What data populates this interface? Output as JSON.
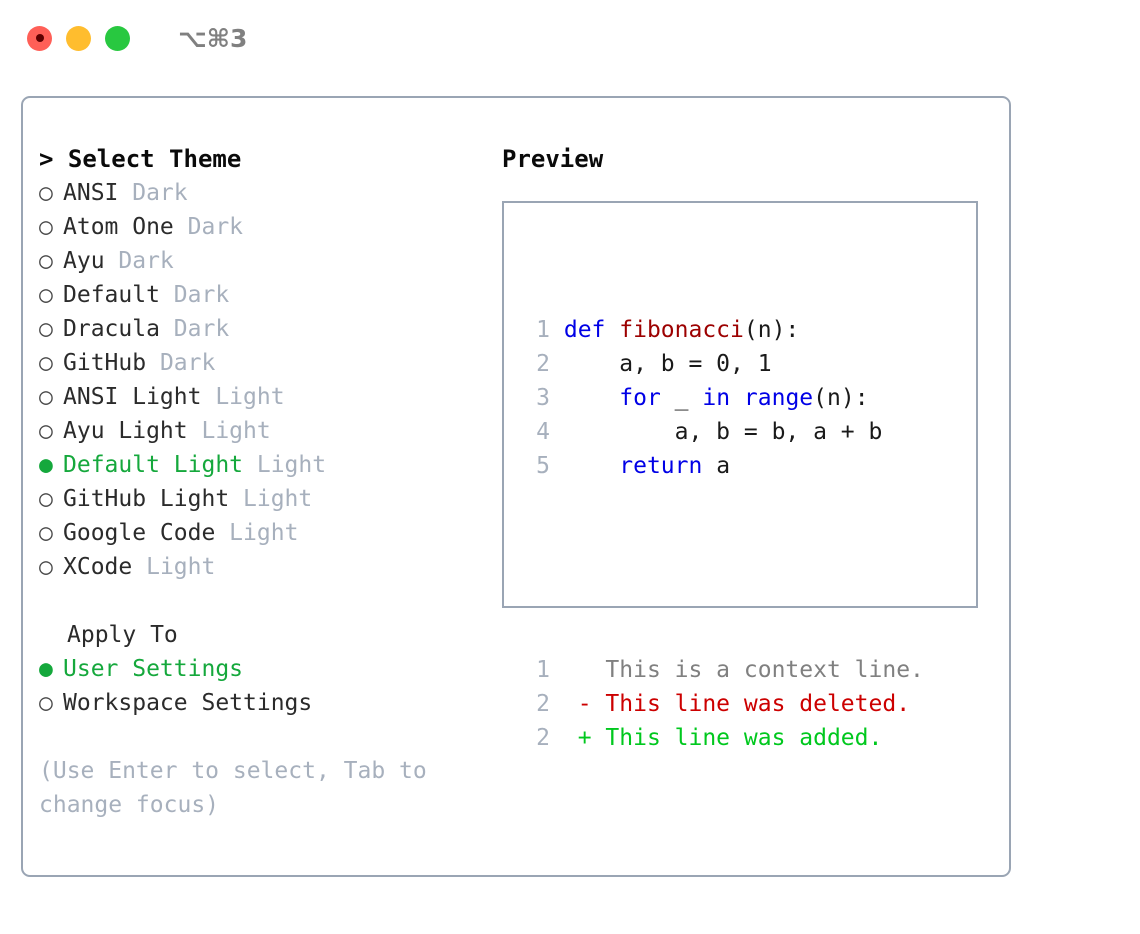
{
  "window": {
    "title": "⌥⌘3",
    "controls": [
      {
        "name": "close",
        "color": "#ff5f57"
      },
      {
        "name": "minimize",
        "color": "#ffbd2e"
      },
      {
        "name": "maximize",
        "color": "#28c840"
      }
    ]
  },
  "theme_picker": {
    "header": "> Select Theme",
    "marker_selected": "●",
    "marker_unselected": "○",
    "selected_color": "#15a83c",
    "badge_color": "#a7b0bd",
    "items": [
      {
        "marker": "○",
        "name": "ANSI",
        "badge": "Dark",
        "selected": false
      },
      {
        "marker": "○",
        "name": "Atom One",
        "badge": "Dark",
        "selected": false
      },
      {
        "marker": "○",
        "name": "Ayu",
        "badge": "Dark",
        "selected": false
      },
      {
        "marker": "○",
        "name": "Default",
        "badge": "Dark",
        "selected": false
      },
      {
        "marker": "○",
        "name": "Dracula",
        "badge": "Dark",
        "selected": false
      },
      {
        "marker": "○",
        "name": "GitHub",
        "badge": "Dark",
        "selected": false
      },
      {
        "marker": "○",
        "name": "ANSI Light",
        "badge": "Light",
        "selected": false
      },
      {
        "marker": "○",
        "name": "Ayu Light",
        "badge": "Light",
        "selected": false
      },
      {
        "marker": "●",
        "name": "Default Light",
        "badge": "Light",
        "selected": true
      },
      {
        "marker": "○",
        "name": "GitHub Light",
        "badge": "Light",
        "selected": false
      },
      {
        "marker": "○",
        "name": "Google Code",
        "badge": "Light",
        "selected": false
      },
      {
        "marker": "○",
        "name": "XCode",
        "badge": "Light",
        "selected": false
      }
    ]
  },
  "apply_to": {
    "header": "Apply To",
    "items": [
      {
        "marker": "●",
        "name": "User Settings",
        "selected": true
      },
      {
        "marker": "○",
        "name": "Workspace Settings",
        "selected": false
      }
    ]
  },
  "hint": "(Use Enter to select, Tab to change focus)",
  "preview": {
    "title": "Preview",
    "code_lines": [
      {
        "n": "1",
        "tokens": [
          {
            "t": "def ",
            "c": "kw"
          },
          {
            "t": "fibonacci",
            "c": "fn"
          },
          {
            "t": "(n):",
            "c": "plain"
          }
        ]
      },
      {
        "n": "2",
        "tokens": [
          {
            "t": "    a, b = 0, 1",
            "c": "plain"
          }
        ]
      },
      {
        "n": "3",
        "tokens": [
          {
            "t": "    ",
            "c": "plain"
          },
          {
            "t": "for",
            "c": "kw"
          },
          {
            "t": " _ ",
            "c": "plain"
          },
          {
            "t": "in",
            "c": "kw"
          },
          {
            "t": " ",
            "c": "plain"
          },
          {
            "t": "range",
            "c": "kw"
          },
          {
            "t": "(n):",
            "c": "plain"
          }
        ]
      },
      {
        "n": "4",
        "tokens": [
          {
            "t": "        a, b = b, a + b",
            "c": "plain"
          }
        ]
      },
      {
        "n": "5",
        "tokens": [
          {
            "t": "    ",
            "c": "plain"
          },
          {
            "t": "return",
            "c": "kw"
          },
          {
            "t": " a",
            "c": "plain"
          }
        ]
      }
    ],
    "diff_lines": [
      {
        "n": "1",
        "tokens": [
          {
            "t": "   This is a context line.",
            "c": "ctx"
          }
        ]
      },
      {
        "n": "2",
        "tokens": [
          {
            "t": " - This line was deleted.",
            "c": "del"
          }
        ]
      },
      {
        "n": "2",
        "tokens": [
          {
            "t": " + This line was added.",
            "c": "add"
          }
        ]
      }
    ]
  }
}
